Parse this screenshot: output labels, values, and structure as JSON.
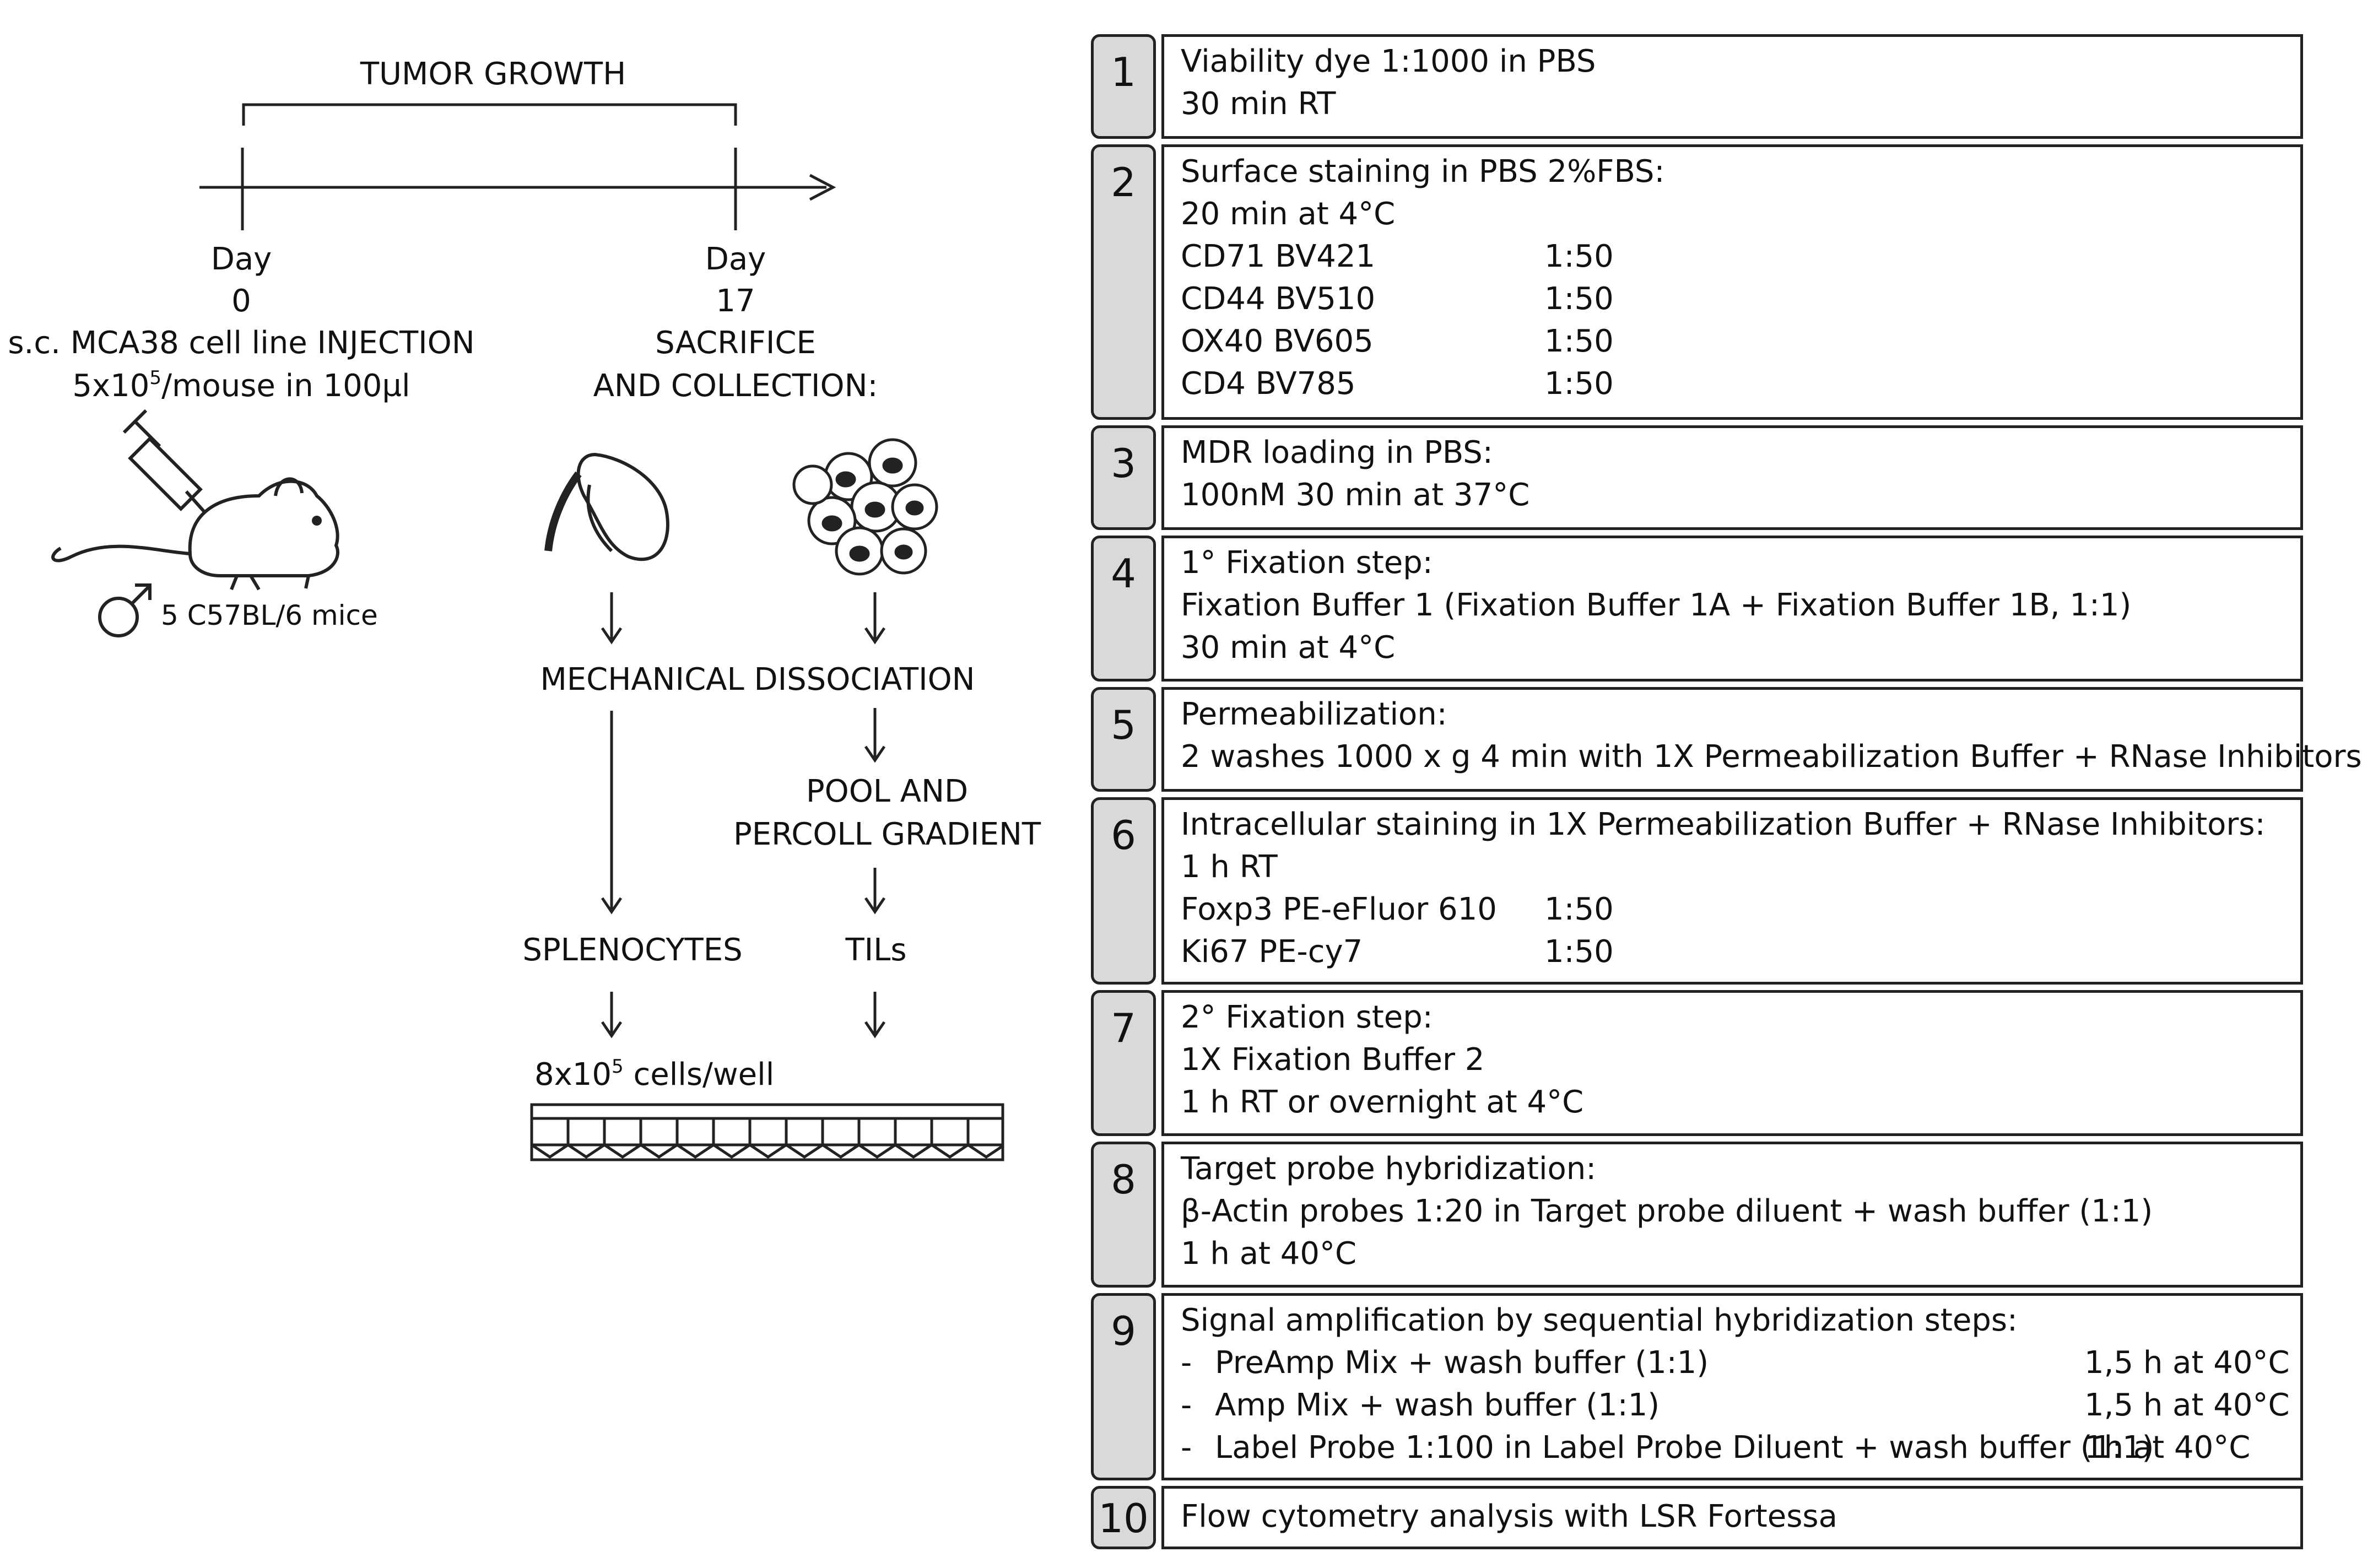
{
  "timeline": {
    "header": "TUMOR GROWTH",
    "day_word": "Day",
    "day_start": "0",
    "day_end": "17",
    "injection_line1": "s.c. MCA38 cell line INJECTION",
    "injection_line2_pre": "5x10",
    "injection_line2_sup": "5",
    "injection_line2_post": "/mouse in 100µl",
    "sacrifice_line1": "SACRIFICE",
    "sacrifice_line2": "AND COLLECTION:",
    "mice_label": "5 C57BL/6 mice"
  },
  "workflow": {
    "mechanical": "MECHANICAL DISSOCIATION",
    "pool1": "POOL AND",
    "pool2": "PERCOLL GRADIENT",
    "splenocytes": "SPLENOCYTES",
    "tils": "TILs",
    "cells_pre": "8x10",
    "cells_sup": "5",
    "cells_post": " cells/well"
  },
  "steps": [
    {
      "num": "1",
      "lines": [
        "Viability dye 1:1000 in PBS",
        "30 min RT"
      ]
    },
    {
      "num": "2",
      "lines": [
        "Surface staining in PBS 2%FBS:",
        "20 min at 4°C"
      ],
      "rows": [
        [
          "CD71 BV421",
          "1:50"
        ],
        [
          "CD44 BV510",
          "1:50"
        ],
        [
          "OX40 BV605",
          "1:50"
        ],
        [
          "CD4 BV785",
          "1:50"
        ]
      ]
    },
    {
      "num": "3",
      "lines": [
        "MDR loading in PBS:",
        "100nM 30 min at 37°C"
      ]
    },
    {
      "num": "4",
      "lines": [
        "1° Fixation step:",
        "Fixation Buffer 1 (Fixation Buffer 1A + Fixation Buffer 1B, 1:1)",
        "30 min at 4°C"
      ]
    },
    {
      "num": "5",
      "lines": [
        "Permeabilization:",
        "2 washes 1000 x g 4 min with 1X Permeabilization Buffer + RNase Inhibitors"
      ]
    },
    {
      "num": "6",
      "lines": [
        "Intracellular staining in 1X Permeabilization Buffer + RNase Inhibitors:",
        "1 h RT"
      ],
      "rows": [
        [
          "Foxp3 PE-eFluor 610",
          "1:50"
        ],
        [
          "Ki67 PE-cy7",
          "1:50"
        ]
      ]
    },
    {
      "num": "7",
      "lines": [
        "2° Fixation step:",
        "1X Fixation Buffer 2",
        "1 h RT or overnight at 4°C"
      ]
    },
    {
      "num": "8",
      "lines": [
        "Target probe hybridization:",
        "β-Actin probes 1:20 in Target probe diluent + wash buffer (1:1)",
        "1 h at 40°C"
      ]
    },
    {
      "num": "9",
      "lines": [
        "Signal amplification by sequential hybridization steps:"
      ],
      "items": [
        {
          "dash": "-",
          "text": "PreAmp Mix + wash buffer (1:1)",
          "time": "1,5 h at 40°C"
        },
        {
          "dash": "-",
          "text": "Amp Mix + wash buffer (1:1)",
          "time": "1,5 h at 40°C"
        },
        {
          "dash": "-",
          "text": "Label Probe 1:100 in Label Probe Diluent + wash buffer (1:1)",
          "time": "1h at 40°C"
        }
      ]
    },
    {
      "num": "10",
      "lines": [
        "Flow cytometry analysis with LSR Fortessa"
      ]
    }
  ]
}
